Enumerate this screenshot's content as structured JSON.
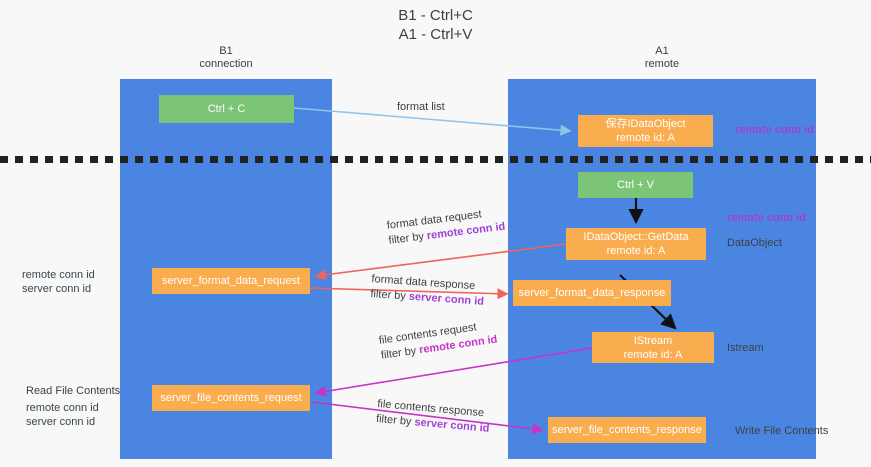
{
  "title": {
    "line1": "B1 - Ctrl+C",
    "line2": "A1 - Ctrl+V"
  },
  "lanes": [
    {
      "name": "B1",
      "sub": "connection"
    },
    {
      "name": "A1",
      "sub": "remote"
    }
  ],
  "nodes": {
    "ctrl_c": "Ctrl + C",
    "idataobject_line1": "保存IDataObject",
    "idataobject_line2": "remote id: A",
    "ctrl_v": "Ctrl + V",
    "getdata_line1": "IDataObject::GetData",
    "getdata_line2": "remote id: A",
    "server_format_data_request": "server_format_data_request",
    "server_format_data_response": "server_format_data_response",
    "istream_line1": "IStream",
    "istream_line2": "remote id: A",
    "server_file_contents_request": "server_file_contents_request",
    "server_file_contents_response": "server_file_contents_response"
  },
  "edges": {
    "format_list": "format list",
    "format_data_request": "format data request",
    "format_data_request_filter_prefix": "filter by ",
    "format_data_request_filter_key": "remote conn id",
    "format_data_response": "format data response",
    "format_data_response_filter_prefix": "filter by ",
    "format_data_response_filter_key": "server conn id",
    "file_contents_request": "file contents request",
    "file_contents_request_filter_prefix": "filter by ",
    "file_contents_request_filter_key": "remote conn id",
    "file_contents_response": "file contents response",
    "file_contents_response_filter_prefix": "filter by ",
    "file_contents_response_filter_key": "server conn id"
  },
  "annotations": {
    "right_remote_conn_id_1": "remote conn id",
    "right_remote_conn_id_2": "remote conn id",
    "dataobject": "DataObject",
    "istream": "Istream",
    "write_file_contents": "Write File Contents",
    "left_remote_conn_id_1": "remote conn id",
    "left_server_conn_id_1": "server conn id",
    "read_file_contents": "Read File Contents",
    "left_remote_conn_id_2": "remote conn id",
    "left_server_conn_id_2": "server conn id"
  },
  "colors": {
    "lane": "#4a86e1",
    "node_green": "#7cc576",
    "node_orange": "#f9ad4f",
    "accent_purple": "#a23fd4",
    "accent_green": "#6aa84f",
    "arrow_light_blue": "#8fc4ea",
    "arrow_red": "#f0625c",
    "arrow_magenta": "#c633c6",
    "arrow_black": "#000000",
    "background": "#f8f8f8"
  }
}
